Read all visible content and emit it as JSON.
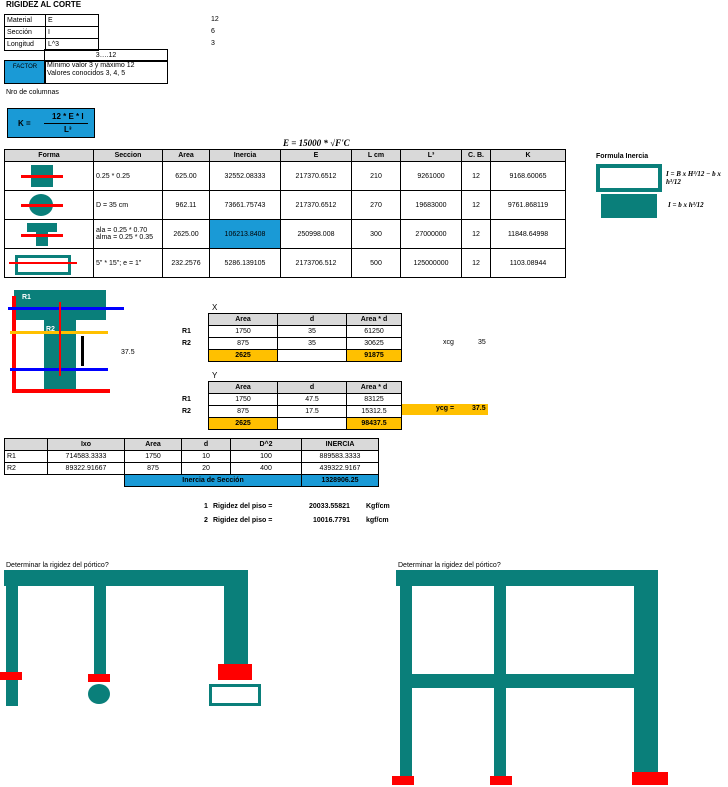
{
  "title": "RIGIDEZ AL CORTE",
  "props": [
    {
      "label": "Material",
      "value": "E",
      "num": "12"
    },
    {
      "label": "Sección",
      "value": "I",
      "num": "6"
    },
    {
      "label": "Longitud",
      "value": "L^3",
      "num": "3"
    }
  ],
  "factor": {
    "range": "3….12",
    "label": "FACTOR",
    "line1": "Mínimo valor 3 y máximo 12",
    "line2": "Valores conocidos 3, 4, 5"
  },
  "nro_columnas": "Nro de columnas",
  "k_formula": {
    "k": "K =",
    "num": "12 * E * I",
    "den": "L³"
  },
  "e_formula": "E = 15000 * √F'C",
  "main_table": {
    "headers": [
      "Forma",
      "Seccion",
      "Area",
      "Inercia",
      "E",
      "L cm",
      "L³",
      "C. B.",
      "K"
    ],
    "rows": [
      {
        "seccion": "0.25 * 0.25",
        "area": "625.00",
        "inercia": "32552.08333",
        "e": "217370.6512",
        "l": "210",
        "l3": "9261000",
        "cb": "12",
        "k": "9168.60065"
      },
      {
        "seccion": "D = 35 cm",
        "area": "962.11",
        "inercia": "73661.75743",
        "e": "217370.6512",
        "l": "270",
        "l3": "19683000",
        "cb": "12",
        "k": "9761.868119"
      },
      {
        "seccion": "ala = 0.25 * 0.70",
        "seccion2": "alma = 0.25 * 0.35",
        "area": "2625.00",
        "inercia": "106213.8408",
        "e": "250998.008",
        "l": "300",
        "l3": "27000000",
        "cb": "12",
        "k": "11848.64998"
      },
      {
        "seccion": "5\" * 15\"; e = 1\"",
        "area": "232.2576",
        "inercia": "5286.139105",
        "e": "2173706.512",
        "l": "500",
        "l3": "125000000",
        "cb": "12",
        "k": "1103.08944"
      }
    ]
  },
  "formula_inercia": {
    "title": "Formula Inercia",
    "f1": "I = B x H³/12 − b x h³/12",
    "f2": "I = b x h³/12"
  },
  "tsection": {
    "r1": "R1",
    "r2": "R2",
    "dim": "37.5"
  },
  "x_table": {
    "label": "X",
    "headers": [
      "Area",
      "d",
      "Area * d"
    ],
    "rows": [
      [
        "R1",
        "1750",
        "35",
        "61250"
      ],
      [
        "R2",
        "875",
        "35",
        "30625"
      ]
    ],
    "total": [
      "2625",
      "",
      "91875"
    ],
    "xcg_label": "xcg",
    "xcg": "35"
  },
  "y_table": {
    "label": "Y",
    "headers": [
      "Area",
      "d",
      "Area * d"
    ],
    "rows": [
      [
        "R1",
        "1750",
        "47.5",
        "83125"
      ],
      [
        "R2",
        "875",
        "17.5",
        "15312.5"
      ]
    ],
    "total": [
      "2625",
      "",
      "98437.5"
    ],
    "ycg_label": "ycg =",
    "ycg": "37.5"
  },
  "inercia_table": {
    "headers": [
      "",
      "Ixo",
      "Area",
      "d",
      "D^2",
      "INERCIA"
    ],
    "rows": [
      [
        "R1",
        "714583.3333",
        "1750",
        "10",
        "100",
        "889583.3333"
      ],
      [
        "R2",
        "89322.91667",
        "875",
        "20",
        "400",
        "439322.9167"
      ]
    ],
    "total_label": "Inercia de Sección",
    "total": "1328906.25"
  },
  "rigidez": [
    {
      "n": "1",
      "label": "Rigidez del piso =",
      "value": "20033.55821",
      "unit": "Kgf/cm"
    },
    {
      "n": "2",
      "label": "Rigidez del piso =",
      "value": "10016.7791",
      "unit": "kgf/cm"
    }
  ],
  "portico_left": "Determinar la rigidez del pórtico?",
  "portico_right": "Determinar la rigidez del pórtico?",
  "colors": {
    "teal": "#0a7f7a",
    "blue": "#1a9ad6",
    "orange": "#ffc000",
    "red": "#ff0000"
  }
}
